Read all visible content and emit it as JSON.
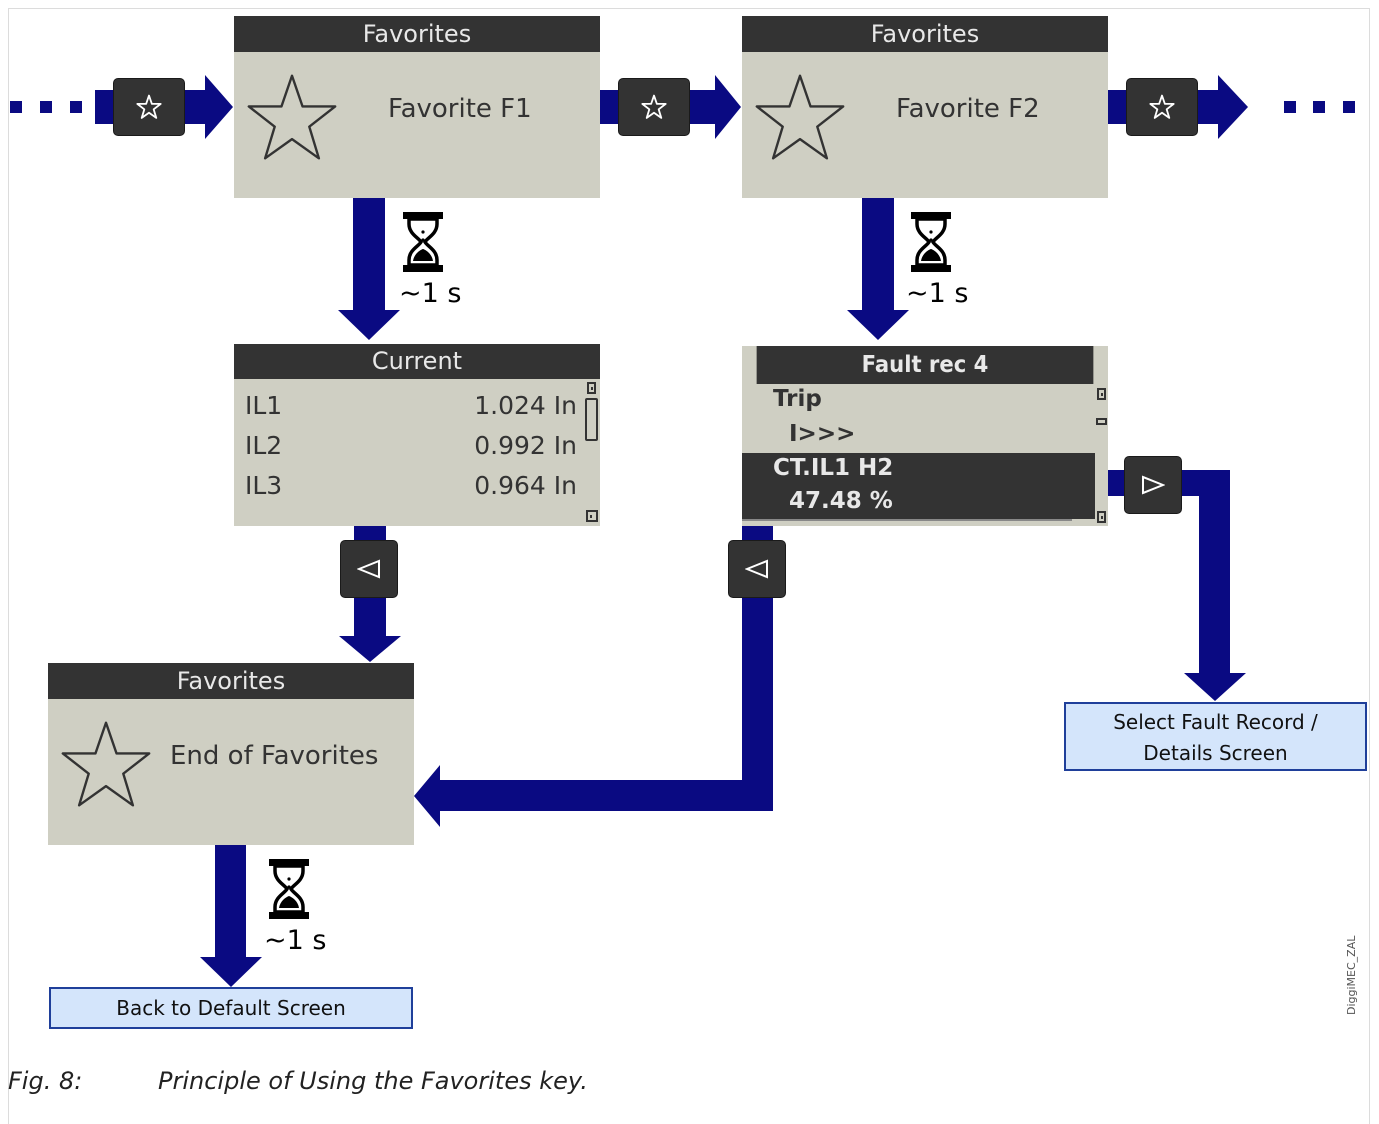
{
  "favorites_1": {
    "header": "Favorites",
    "label": "Favorite F1"
  },
  "favorites_2": {
    "header": "Favorites",
    "label": "Favorite F2"
  },
  "favorites_end": {
    "header": "Favorites",
    "label": "End of Favorites"
  },
  "current": {
    "header": "Current",
    "rows": [
      {
        "name": "IL1",
        "value": "1.024 In"
      },
      {
        "name": "IL2",
        "value": "0.992 In"
      },
      {
        "name": "IL3",
        "value": "0.964 In"
      }
    ]
  },
  "fault": {
    "header": "Fault rec 4",
    "line1": "Trip",
    "line2": "I>>>",
    "line3": "CT.IL1 H2",
    "line4": "47.48 %"
  },
  "timer_text": "~1 s",
  "select_fault_box": {
    "line1": "Select Fault Record /",
    "line2": "Details Screen"
  },
  "back_default_box": "Back to Default Screen",
  "caption": {
    "number": "Fig. 8:",
    "text": "Principle of Using the Favorites key."
  },
  "image_id_label": "DiggiMEC_ZAL",
  "icons": [
    "star-icon",
    "favorites-key-icon",
    "left-key-icon",
    "right-key-icon",
    "hourglass-icon"
  ],
  "colors": {
    "arrow": "#0a0a82",
    "screen_bg": "#cfcfc3",
    "header_bg": "#333333",
    "box_bg": "#d4e5fb",
    "box_border": "#1f3f9a"
  }
}
